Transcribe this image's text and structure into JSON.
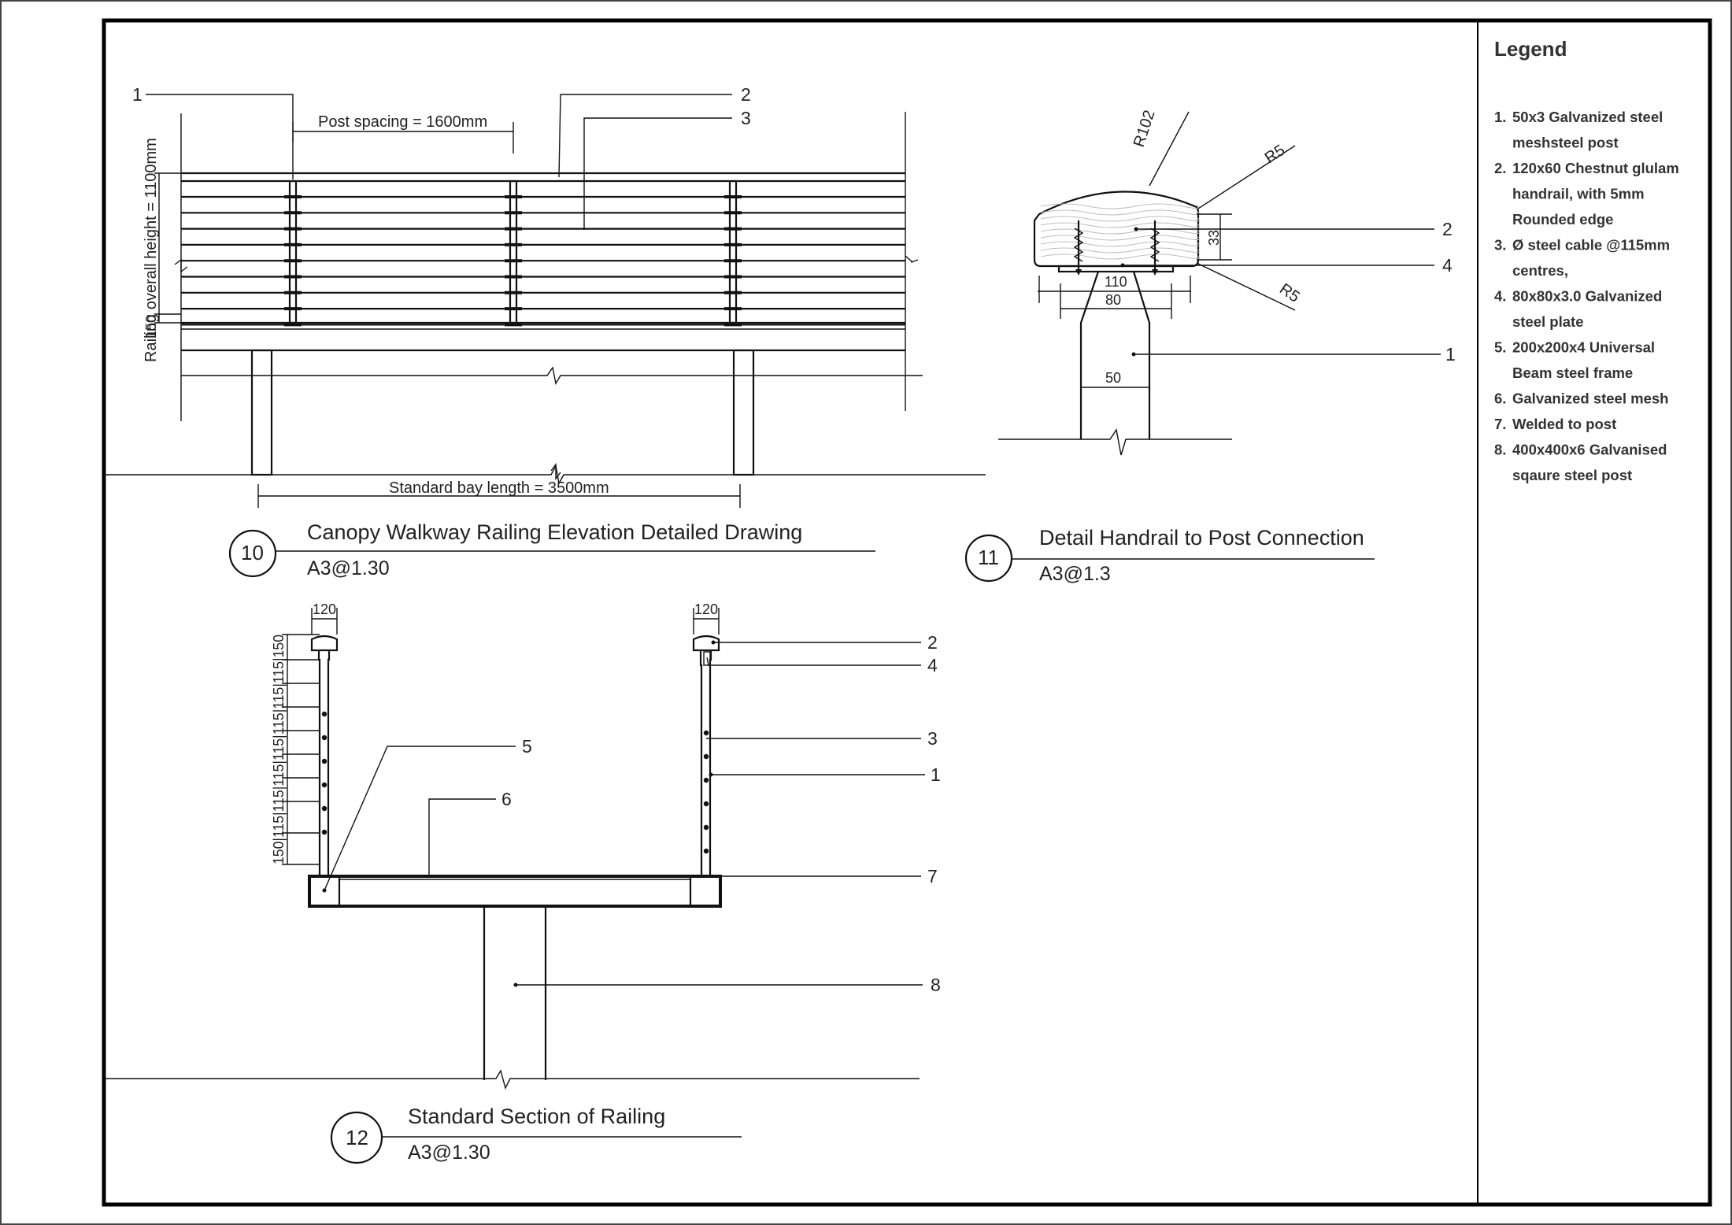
{
  "legend": {
    "title": "Legend",
    "items": [
      {
        "num": "1.",
        "lines": [
          "50x3 Galvanized steel",
          "meshsteel post"
        ]
      },
      {
        "num": "2.",
        "lines": [
          "120x60 Chestnut glulam",
          "handrail, with 5mm",
          "Rounded edge"
        ]
      },
      {
        "num": "3.",
        "lines": [
          "Ø steel cable @115mm",
          "centres,"
        ]
      },
      {
        "num": "4.",
        "lines": [
          "80x80x3.0 Galvanized",
          "steel plate"
        ]
      },
      {
        "num": "5.",
        "lines": [
          "200x200x4 Universal",
          "Beam steel frame"
        ]
      },
      {
        "num": "6.",
        "lines": [
          "Galvanized steel mesh"
        ]
      },
      {
        "num": "7.",
        "lines": [
          "Welded to post"
        ]
      },
      {
        "num": "8.",
        "lines": [
          "400x400x6 Galvanised",
          "sqaure steel post"
        ]
      }
    ]
  },
  "drawings": {
    "elevation": {
      "number": "10",
      "title": "Canopy Walkway Railing Elevation Detailed Drawing",
      "scale": "A3@1.30",
      "post_spacing": "Post spacing = 1600mm",
      "overall_height": "Railing overall height = 1100mm",
      "bay_length": "Standard bay length = 3500mm",
      "bottom_dim": "150",
      "callouts": [
        "1",
        "2",
        "3"
      ]
    },
    "detail": {
      "number": "11",
      "title": "Detail Handrail to Post Connection",
      "scale": "A3@1.3",
      "r102": "R102",
      "r5_top": "R5",
      "r5_bottom": "R5",
      "d33": "33",
      "d110": "110",
      "d80": "80",
      "d50": "50",
      "callouts": [
        "2",
        "4",
        "1"
      ]
    },
    "section": {
      "number": "12",
      "title": "Standard Section of Railing",
      "scale": "A3@1.30",
      "width_left": "120",
      "width_right": "120",
      "vertical_dims": "150|115|115|115|115|115|115|115|150",
      "callouts": [
        "2",
        "4",
        "3",
        "1",
        "5",
        "6",
        "7",
        "8"
      ]
    }
  },
  "colors": {
    "line": "#111111",
    "handrail_fill": "#d9d9d9",
    "background": "#ffffff"
  }
}
